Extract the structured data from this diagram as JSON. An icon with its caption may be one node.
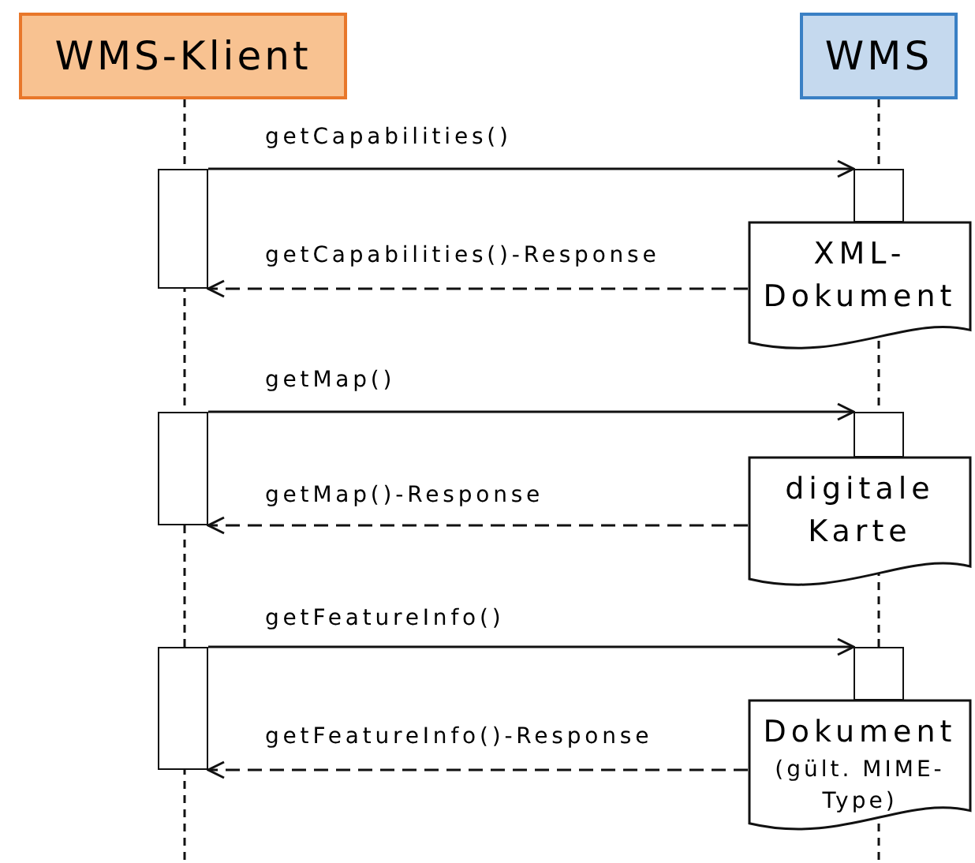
{
  "diagram": {
    "nodes": [
      {
        "text": [
          "WMS-Klient"
        ]
      },
      {
        "text": [
          "WMS"
        ]
      },
      {
        "text": [],
        "shape": "box"
      },
      {
        "text": [],
        "shape": "box"
      },
      {
        "text": [
          "XML-Dokument"
        ]
      },
      {
        "text": [],
        "shape": "box"
      },
      {
        "text": [],
        "shape": "box"
      },
      {
        "text": [
          "digitale Karte"
        ]
      },
      {
        "text": [],
        "shape": "box"
      },
      {
        "text": [],
        "shape": "box"
      },
      {
        "text": [
          "Dokument",
          "(gült. MIME-Type)"
        ]
      }
    ],
    "edges": [
      {
        "from": 2,
        "to": 3,
        "arrow": "to",
        "label": "getCapabilities()"
      },
      {
        "from": 4,
        "to": 2,
        "arrow": "to",
        "label": "getCapabilities()-Response",
        "style": "dashed"
      },
      {
        "from": 5,
        "to": 6,
        "arrow": "to",
        "label": "getMap()"
      },
      {
        "from": 7,
        "to": 5,
        "arrow": "to",
        "label": "getMap()-Response",
        "style": "dashed"
      },
      {
        "from": 8,
        "to": 9,
        "arrow": "to",
        "label": "getFeatureInfo()"
      },
      {
        "from": 10,
        "to": 8,
        "arrow": "to",
        "label": "getFeatureInfo()-Response",
        "style": "dashed"
      }
    ]
  }
}
